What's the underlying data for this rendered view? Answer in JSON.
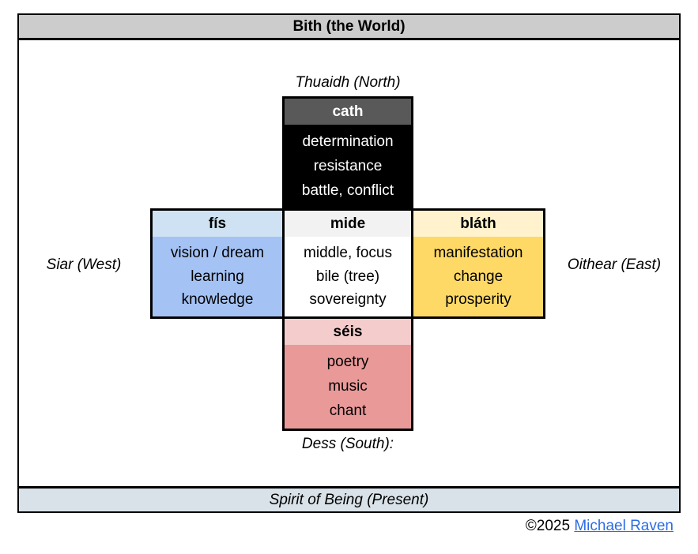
{
  "title_bar": {
    "label": "Bith (the World)",
    "bg": "#cccccc"
  },
  "footer_bar": {
    "label": "Spirit of Being (Present)",
    "bg": "#d8e2e8"
  },
  "copyright": {
    "prefix": "©2025 ",
    "link_label": "Michael Raven",
    "link_color": "#2b6ce5"
  },
  "direction_labels": {
    "north": "Thuaidh (North)",
    "west": "Siar (West)",
    "east": "Oithear (East)",
    "south": "Dess (South):"
  },
  "cells": {
    "north": {
      "title": "cath",
      "lines": [
        "determination",
        "resistance",
        "battle, conflict"
      ],
      "header_bg": "#595959",
      "header_fg": "#ffffff",
      "body_bg": "#000000",
      "body_fg": "#ffffff"
    },
    "west": {
      "title": "fís",
      "lines": [
        "vision / dream",
        "learning",
        "knowledge"
      ],
      "header_bg": "#cfe2f3",
      "header_fg": "#000000",
      "body_bg": "#a4c2f4",
      "body_fg": "#000000"
    },
    "center": {
      "title": "mide",
      "lines": [
        "middle, focus",
        "bile (tree)",
        "sovereignty"
      ],
      "header_bg": "#f2f2f2",
      "header_fg": "#000000",
      "body_bg": "#ffffff",
      "body_fg": "#000000"
    },
    "east": {
      "title": "bláth",
      "lines": [
        "manifestation",
        "change",
        "prosperity"
      ],
      "header_bg": "#fff2cc",
      "header_fg": "#000000",
      "body_bg": "#ffd966",
      "body_fg": "#000000"
    },
    "south": {
      "title": "séis",
      "lines": [
        "poetry",
        "music",
        "chant"
      ],
      "header_bg": "#f4cccc",
      "header_fg": "#000000",
      "body_bg": "#ea9999",
      "body_fg": "#000000"
    }
  }
}
